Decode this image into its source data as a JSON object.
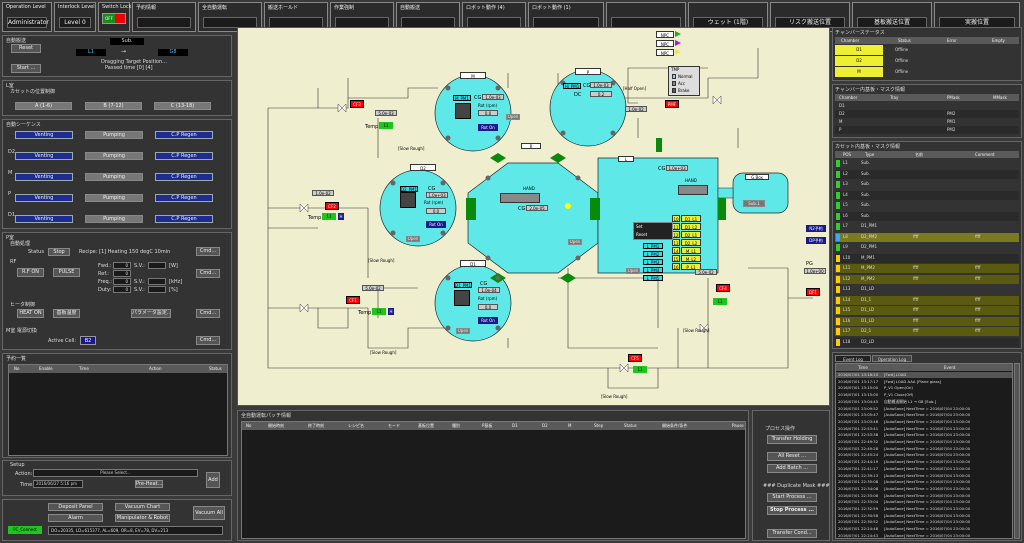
{
  "header": {
    "operation_level_caption": "Operation Level",
    "operation_level_value": "Administrator",
    "interlock_level_caption": "Interlock Level",
    "interlock_level_value": "Level 0",
    "switch_lock_caption": "Switch Lock",
    "switch_lock_state": "OFF",
    "boxes": [
      {
        "caption": "予約情報",
        "value": ""
      },
      {
        "caption": "全自動運転",
        "value": ""
      },
      {
        "caption": "搬送ホールド",
        "value": ""
      },
      {
        "caption": "作業強制",
        "value": ""
      },
      {
        "caption": "自動搬送",
        "value": ""
      },
      {
        "caption": "ロボット動作 (4)",
        "value": ""
      },
      {
        "caption": "ロボット動作 (1)",
        "value": ""
      },
      {
        "caption": "",
        "value": ""
      },
      {
        "caption": "",
        "value": "ウェット (1階)"
      },
      {
        "caption": "",
        "value": "リスク搬送位置"
      },
      {
        "caption": "",
        "value": "基板搬送位置"
      },
      {
        "caption": "",
        "value": "実搬位置"
      }
    ]
  },
  "left": {
    "auto_transfer": {
      "title": "自動搬送",
      "reset": "Reset",
      "start": "Start ...",
      "status": "Sub.",
      "from": "L1",
      "to": "G8",
      "dragging_text": "Dragging Target Position...",
      "passed_time": "Passed time [0] [4]"
    },
    "carrier": {
      "title": "L室",
      "sub": "カセットの位置制御",
      "slots": [
        "A (1-6)",
        "B (7-12)",
        "C (13-18)"
      ]
    },
    "seq": {
      "title": "自動シーケンス",
      "rows": [
        {
          "name": "",
          "a": "Venting",
          "b": "Pumping",
          "c": "C.P Regen"
        },
        {
          "name": "D2",
          "a": "Venting",
          "b": "Pumping",
          "c": "C.P Regen"
        },
        {
          "name": "M",
          "a": "Venting",
          "b": "Pumping",
          "c": "C.P Regen"
        },
        {
          "name": "P",
          "a": "Venting",
          "b": "Pumping",
          "c": "C.P Regen"
        },
        {
          "name": "D1",
          "a": "Venting",
          "b": "Pumping",
          "c": "C.P Regen"
        }
      ]
    },
    "p_room": {
      "title": "P室",
      "sub": "自動処理",
      "status_label": "Status",
      "status": "Stop",
      "recipe": "Recipe: [1] Heating 150 degC 10min",
      "cmd": "Cmd...",
      "rf_label": "RF",
      "rf_on": "R.F ON",
      "pulse": "PULSE",
      "fields": [
        {
          "label": "Fwd.:",
          "value": "0",
          "sv_label": "S.V.:",
          "unit": "[W]"
        },
        {
          "label": "Ref.:",
          "value": "0",
          "sv_label": "",
          "unit": ""
        },
        {
          "label": "Freq.:",
          "value": "0",
          "sv_label": "S.V.:",
          "unit": "[kHz]"
        },
        {
          "label": "Duty:",
          "value": "0",
          "sv_label": "S.V.:",
          "unit": "[%]"
        }
      ],
      "heater_title": "ヒータ制御",
      "heat_on": "HEAT ON",
      "heat_mode": "基板温度",
      "heat_btn": "パラメータ設定...",
      "m_title": "M室 電源切換",
      "active_cell_label": "Active Cell:",
      "active_cell": "B2"
    },
    "task_list": {
      "title": "予約一覧",
      "headers": [
        "No",
        "Enable",
        "Time",
        "Action",
        "Status"
      ]
    },
    "setup": {
      "title": "Setup",
      "action_label": "Action:",
      "action_placeholder": "Please Select...",
      "time_label": "Time:",
      "time_value": "2016/06/27 5:16 pm",
      "time_btn": "Pre-Heat...",
      "add": "Add"
    },
    "footer": {
      "deposit": "Deposit Panel",
      "vacuum": "Vacuum Chart",
      "alarm": "Alarm",
      "manip": "Manipulator & Robot",
      "vacuum_all": "Vacuum All",
      "pc_status": "PC_Connect",
      "counts": "DO=20335, LD=615377, AL=609, OR=8, EV=78, DV=213"
    }
  },
  "diagram": {
    "chambers": {
      "M": {
        "label": "M",
        "cg": "1.0e-03",
        "rot_label": "Rot (rpm)",
        "rot": "0.0",
        "rot_btn": "Rot On",
        "bottom": "Open",
        "tab": "M_PM1",
        "slow": "[Slow Rough]"
      },
      "P": {
        "label": "P",
        "cg": "1.0e-03",
        "dc_label": "DC",
        "dc": "0.2",
        "pressure": "1.0e-02",
        "tab": "Hi_PM1",
        "half": "[Half Open]"
      },
      "D2": {
        "label": "D2",
        "cg": "1.0e+03",
        "rot_label": "Rot (rpm)",
        "rot": "0.0",
        "rot_btn": "Rot On",
        "bottom": "Open",
        "pressure": "1.0e-02",
        "temp_label": "Temp.",
        "temp": "11",
        "tab": "D2_PM1",
        "slow": "[Slow Rough]"
      },
      "D1": {
        "label": "D1",
        "cg": "1.0e-04",
        "rot_label": "Rot (rpm)",
        "rot": "0.0",
        "rot_btn": "Rot On",
        "bottom": "Open",
        "pressure": "5.0e-02",
        "temp_label": "Temp.",
        "temp": "11",
        "tab": "D1_PM1",
        "slow": "[Slow Rough]"
      },
      "R": {
        "label": "R",
        "hand": "HAND",
        "cg": "2.0e-05",
        "bottom": "Open"
      },
      "L": {
        "label": "L",
        "hand": "HAND",
        "cg": "1.0e+03",
        "bottom": "Open"
      },
      "G": {
        "label": "G.Box",
        "sub": "Sub.1"
      }
    },
    "cf_labels": {
      "cf3": "CF3",
      "cf2": "CF2",
      "cf1": "CF1",
      "cf4": "CF4",
      "cf5": "CF5",
      "df1": "DF1",
      "pmf": "PMF"
    },
    "temp_l": "Temp.",
    "temp_val": "11",
    "temp_val2": "11",
    "p_val1": "5.0e-03",
    "p_val2": "5.0e-02",
    "n2": "N2予約",
    "dp": "DP予約",
    "pg": "PG",
    "pg_val": "1.0e+00",
    "legend": {
      "title": "TMP",
      "items": [
        "Normal",
        "Acc",
        "Brake"
      ]
    },
    "npc": [
      "NPC",
      "NPC",
      "NPC"
    ],
    "slots": [
      "10",
      "11",
      "12",
      "13",
      "14",
      "15",
      "16"
    ],
    "slot_tags": [
      "D1_L1",
      "D1_L2",
      "D2_L1",
      "D2_L2",
      "M_L1",
      "M_L2",
      "P_L1"
    ],
    "context_menu": [
      "Set",
      "Reset"
    ],
    "misc_labels": [
      "L_PM1",
      "L_PM2",
      "L_PM3",
      "L_PM4",
      "L_PM5"
    ]
  },
  "bottom_center": {
    "title": "全自動運転パッチ情報",
    "headers": [
      "No",
      "開始時刻",
      "終了時刻",
      "レシピ名",
      "モード",
      "基板位置",
      "種別",
      "P基板",
      "D1",
      "D2",
      "M",
      "Step",
      "Status",
      "開始条件/条件",
      "Pause"
    ],
    "right_title": "プロセス操作",
    "buttons": [
      "Transfer Holding",
      "All Reset ...",
      "Add Batch ...",
      "Start Process ...",
      "Stop Process ...",
      "Transfer Cond..."
    ],
    "dup": "### Duplicate Mask ###"
  },
  "right": {
    "chamber_status": {
      "title": "チャンバーステータス",
      "headers": [
        "Chamber",
        "Status",
        "Error",
        "Empty"
      ],
      "rows": [
        {
          "name": "D1",
          "status": "Offline"
        },
        {
          "name": "D2",
          "status": "Offline"
        },
        {
          "name": "M",
          "status": "Offline"
        }
      ]
    },
    "mask_info": {
      "title": "チャンバー内基板・マスク情報",
      "headers": [
        "Chamber",
        "Tray",
        "PMask",
        "MMask"
      ],
      "rows": [
        {
          "name": "D1",
          "tray": "",
          "pmask": "",
          "mmask": ""
        },
        {
          "name": "D2",
          "tray": "",
          "pmask": "PM2",
          "mmask": ""
        },
        {
          "name": "M",
          "tray": "",
          "pmask": "PM1",
          "mmask": ""
        },
        {
          "name": "P",
          "tray": "",
          "pmask": "PM2",
          "mmask": ""
        }
      ]
    },
    "cassette": {
      "title": "カセット内基板・マスク情報",
      "headers": [
        "POS",
        "Type",
        "名前",
        "Comment"
      ],
      "rows": [
        {
          "pos": "L1",
          "type": "Sub.",
          "name": "",
          "comment": "",
          "color": "#33cc33"
        },
        {
          "pos": "L2",
          "type": "Sub.",
          "name": "",
          "comment": "",
          "color": "#33cc33"
        },
        {
          "pos": "L3",
          "type": "Sub.",
          "name": "",
          "comment": "",
          "color": "#33cc33"
        },
        {
          "pos": "L4",
          "type": "Sub.",
          "name": "",
          "comment": "",
          "color": "#33cc33"
        },
        {
          "pos": "L5",
          "type": "Sub.",
          "name": "",
          "comment": "",
          "color": "#33cc33"
        },
        {
          "pos": "L6",
          "type": "Sub.",
          "name": "",
          "comment": "",
          "color": "#33cc33"
        },
        {
          "pos": "L7",
          "type": "D1_PM1",
          "name": "",
          "comment": "",
          "color": "#33cc33"
        },
        {
          "pos": "L8",
          "type": "D2_PM2",
          "name": "ffff",
          "comment": "ffff",
          "color": "#33aaff"
        },
        {
          "pos": "L9",
          "type": "D2_PM1",
          "name": "",
          "comment": "",
          "color": "#33cc33"
        },
        {
          "pos": "L10",
          "type": "M_PM1",
          "name": "",
          "comment": "",
          "color": "#ffcc00"
        },
        {
          "pos": "L11",
          "type": "M_PM2",
          "name": "ffff",
          "comment": "ffff",
          "color": "#ffcc00"
        },
        {
          "pos": "L12",
          "type": "M_PM2",
          "name": "ffff",
          "comment": "ffff",
          "color": "#ffcc00"
        },
        {
          "pos": "L13",
          "type": "D1_LD",
          "name": "",
          "comment": "",
          "color": "#ffcc00"
        },
        {
          "pos": "L14",
          "type": "D1_1",
          "name": "ffff",
          "comment": "ffff",
          "color": "#ffcc00"
        },
        {
          "pos": "L15",
          "type": "D1_LD",
          "name": "ffff",
          "comment": "ffff",
          "color": "#ffcc00"
        },
        {
          "pos": "L16",
          "type": "D1_LD",
          "name": "ffff",
          "comment": "ffff",
          "color": "#ffcc00"
        },
        {
          "pos": "L17",
          "type": "D2_1",
          "name": "ffff",
          "comment": "ffff",
          "color": "#ffcc00"
        },
        {
          "pos": "L18",
          "type": "D2_LD",
          "name": "",
          "comment": "",
          "color": "#ffcc00"
        }
      ]
    },
    "log": {
      "tabs": [
        "Event Log",
        "Operation Log"
      ],
      "headers": [
        "Time",
        "Event"
      ],
      "rows": [
        [
          "2016/07/01 13:18:20",
          "[Fwd] LOAD"
        ],
        [
          "2016/07/01 13:17:17",
          "[Fwd] LOAD AAA [Plane glass]"
        ],
        [
          "2016/07/01 13:15:00",
          "P_V1 Open(On)"
        ],
        [
          "2016/07/01 13:15:00",
          "P_V1 Close(Off)"
        ],
        [
          "2016/07/01 13:04:45",
          "自動搬送開始 L1 → G8 [Sub.]"
        ],
        [
          "2016/07/01 23:09:52",
          "[AutoSave] NextTime = 2016/07/04 23:00:00"
        ],
        [
          "2016/07/01 23:05:47",
          "[AutoSave] NextTime = 2016/07/04 23:00:00"
        ],
        [
          "2016/07/01 23:03:46",
          "[AutoSave] NextTime = 2016/07/04 23:00:00"
        ],
        [
          "2016/07/01 22:53:41",
          "[AutoSave] NextTime = 2016/07/04 23:00:00"
        ],
        [
          "2016/07/01 22:53:38",
          "[AutoSave] NextTime = 2016/07/04 23:00:00"
        ],
        [
          "2016/07/01 22:49:32",
          "[AutoSave] NextTime = 2016/07/04 23:00:00"
        ],
        [
          "2016/07/01 22:49:28",
          "[AutoSave] NextTime = 2016/07/04 23:00:00"
        ],
        [
          "2016/07/01 22:45:24",
          "[AutoSave] NextTime = 2016/07/04 23:00:00"
        ],
        [
          "2016/07/01 22:44:19",
          "[AutoSave] NextTime = 2016/07/04 23:00:00"
        ],
        [
          "2016/07/01 22:41:17",
          "[AutoSave] NextTime = 2016/07/04 23:00:00"
        ],
        [
          "2016/07/01 22:39:13",
          "[AutoSave] NextTime = 2016/07/04 23:00:00"
        ],
        [
          "2016/07/01 22:35:08",
          "[AutoSave] NextTime = 2016/07/04 23:00:00"
        ],
        [
          "2016/07/01 22:34:08",
          "[AutoSave] NextTime = 2016/07/04 23:00:00"
        ],
        [
          "2016/07/01 22:33:08",
          "[AutoSave] NextTime = 2016/07/04 23:00:00"
        ],
        [
          "2016/07/01 22:33:04",
          "[AutoSave] NextTime = 2016/07/04 23:00:00"
        ],
        [
          "2016/07/01 22:32:59",
          "[AutoSave] NextTime = 2016/07/04 23:00:00"
        ],
        [
          "2016/07/01 22:30:58",
          "[AutoSave] NextTime = 2016/07/04 23:00:00"
        ],
        [
          "2016/07/01 22:30:52",
          "[AutoSave] NextTime = 2016/07/04 23:00:00"
        ],
        [
          "2016/07/01 22:24:48",
          "[AutoSave] NextTime = 2016/07/04 23:00:00"
        ],
        [
          "2016/07/01 22:24:43",
          "[AutoSave] NextTime = 2016/07/04 23:00:00"
        ]
      ]
    }
  }
}
